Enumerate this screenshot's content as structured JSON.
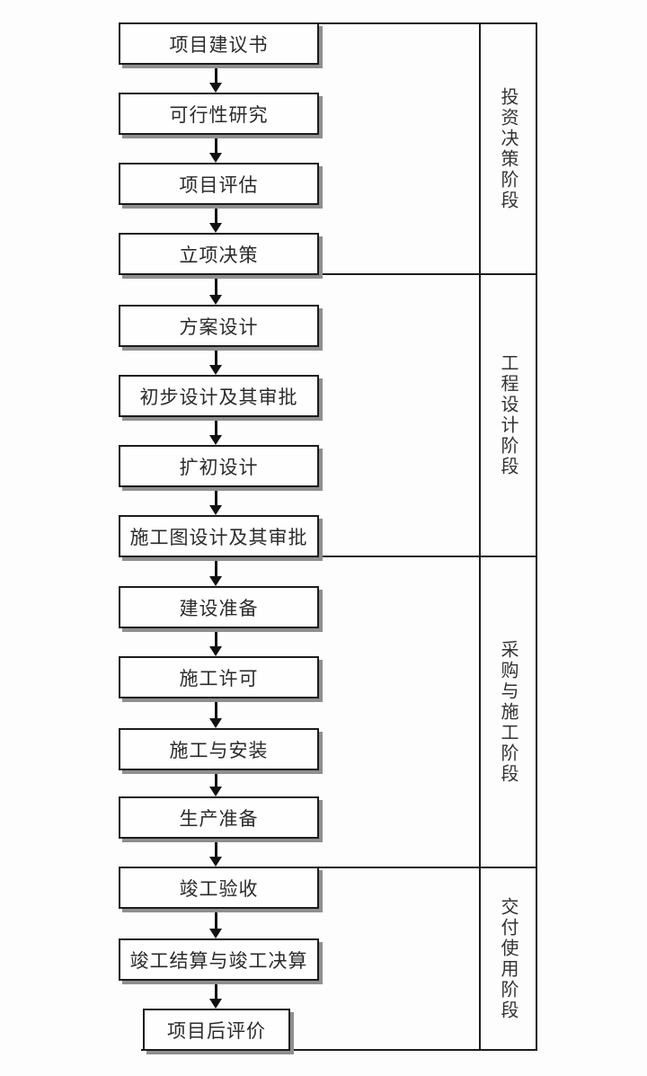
{
  "diagram": {
    "type": "flowchart",
    "flow_direction": "top-to-bottom",
    "colors": {
      "line": "#1c1c1c",
      "box_shadow": "#8f8f8f",
      "background": "#fdfdfd",
      "text": "#2b2b2b"
    },
    "phases": [
      {
        "label": "投资决策阶段",
        "steps": [
          "项目建议书",
          "可行性研究",
          "项目评估",
          "立项决策"
        ]
      },
      {
        "label": "工程设计阶段",
        "steps": [
          "方案设计",
          "初步设计及其审批",
          "扩初设计",
          "施工图设计及其审批"
        ]
      },
      {
        "label": "采购与施工阶段",
        "steps": [
          "建设准备",
          "施工许可",
          "施工与安装",
          "生产准备"
        ]
      },
      {
        "label": "交付使用阶段",
        "steps": [
          "竣工验收",
          "竣工结算与竣工决算",
          "项目后评价"
        ]
      }
    ]
  }
}
